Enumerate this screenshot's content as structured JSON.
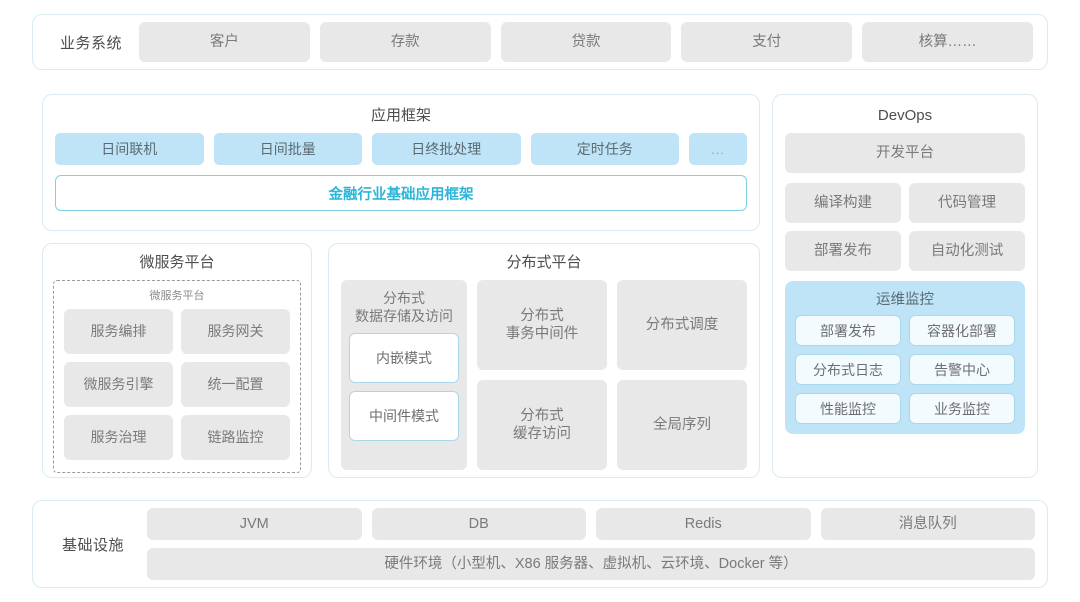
{
  "business_system": {
    "label": "业务系统",
    "items": [
      "客户",
      "存款",
      "贷款",
      "支付",
      "核算……"
    ]
  },
  "app_framework": {
    "title": "应用框架",
    "items": [
      "日间联机",
      "日间批量",
      "日终批处理",
      "定时任务",
      "..."
    ],
    "highlight": "金融行业基础应用框架",
    "highlight_color": "#2bb6d9"
  },
  "microservice_platform": {
    "title": "微服务平台",
    "inner_title": "微服务平台",
    "items": [
      "服务编排",
      "服务网关",
      "微服务引擎",
      "统一配置",
      "服务治理",
      "链路监控"
    ]
  },
  "distributed_platform": {
    "title": "分布式平台",
    "storage_column": {
      "title": "分布式\n数据存储及访问",
      "title_line1": "分布式",
      "title_line2": "数据存储及访问",
      "modes": [
        "内嵌模式",
        "中间件模式"
      ]
    },
    "cells": [
      {
        "line1": "分布式",
        "line2": "事务中间件"
      },
      {
        "line1": "分布式调度",
        "line2": ""
      },
      {
        "line1": "分布式",
        "line2": "缓存访问"
      },
      {
        "line1": "全局序列",
        "line2": ""
      }
    ]
  },
  "devops": {
    "title": "DevOps",
    "platform": "开发平台",
    "items": [
      "编译构建",
      "代码管理",
      "部署发布",
      "自动化测试"
    ],
    "ops_monitor": {
      "title": "运维监控",
      "items": [
        "部署发布",
        "容器化部署",
        "分布式日志",
        "告警中心",
        "性能监控",
        "业务监控"
      ]
    }
  },
  "infrastructure": {
    "label": "基础设施",
    "items": [
      "JVM",
      "DB",
      "Redis",
      "消息队列"
    ],
    "hardware": "硬件环境（小型机、X86 服务器、虚拟机、云环境、Docker 等）"
  },
  "colors": {
    "panel_border": "#d9ebf2",
    "gray_card": "#e8e8e9",
    "blue_card": "#bfe4f7",
    "accent": "#2bb6d9"
  }
}
